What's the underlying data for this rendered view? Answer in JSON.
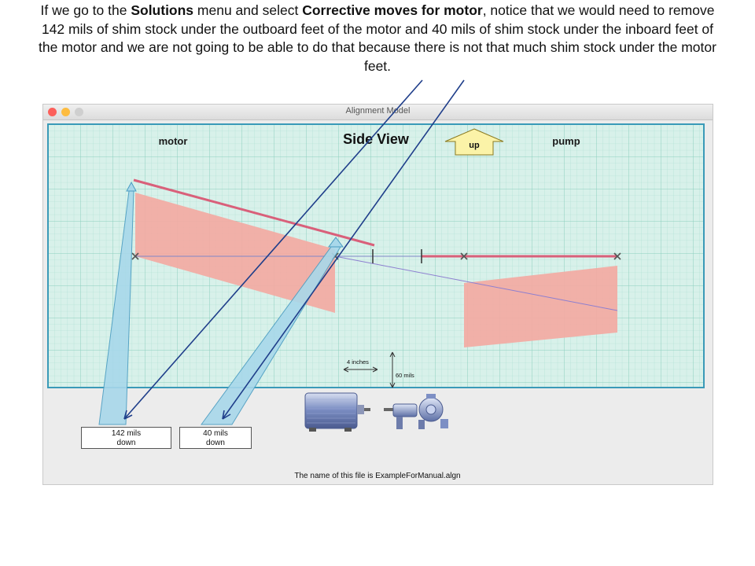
{
  "caption": {
    "p1": "If we go to the ",
    "b1": "Solutions",
    "p2": " menu and select ",
    "b2": "Corrective moves for motor",
    "p3": ", notice that we would need to remove 142 mils of shim stock under the outboard feet of the motor and 40 mils of shim stock under the inboard feet of the motor and we are not going to be able to do that because there is not that much shim stock under the motor feet."
  },
  "window": {
    "title": "Alignment Model"
  },
  "view": {
    "title": "Side View",
    "left_label": "motor",
    "right_label": "pump",
    "up_label": "up",
    "scale_horizontal": "4 inches",
    "scale_vertical": "60 mils"
  },
  "notes": {
    "outboard": {
      "line1": "142 mils",
      "line2": "down"
    },
    "inboard": {
      "line1": "40 mils",
      "line2": "down"
    }
  },
  "status": {
    "filename": "The name of this file is ExampleForManual.algn"
  },
  "colors": {
    "grid_bg": "#d8f1ea",
    "grid_line": "#9fd9c8",
    "frame": "#3a9ab8",
    "shaft_red": "#d9607a",
    "shade_red": "#f4a9a1",
    "arrow_blue": "#a8d8ea",
    "pointer": "#1f3e8a"
  }
}
